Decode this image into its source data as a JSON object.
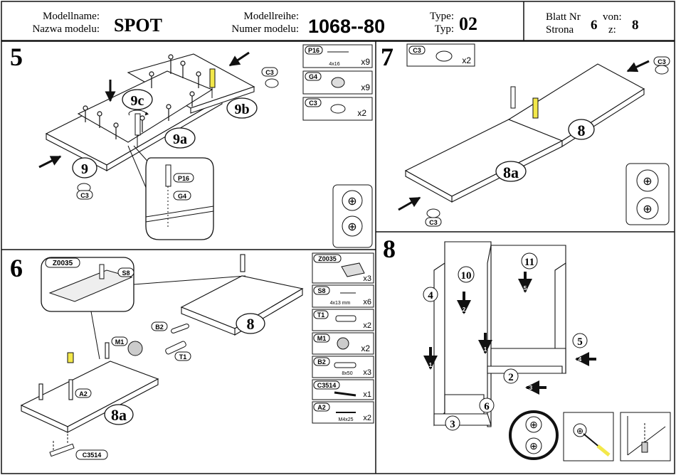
{
  "header": {
    "model_name_label_1": "Modellname:",
    "model_name_label_2": "Nazwa modelu:",
    "model_name_value": "SPOT",
    "series_label_1": "Modellreihe:",
    "series_label_2": "Numer modelu:",
    "series_value": "1068--80",
    "type_label_1": "Type:",
    "type_label_2": "Typ:",
    "type_value": "02",
    "sheet_label_1": "Blatt Nr",
    "sheet_label_2": "Strona",
    "sheet_value": "6",
    "of_label_1": "von:",
    "of_label_2": "z:",
    "of_value": "8"
  },
  "steps": {
    "s5": {
      "number": "5",
      "labels": [
        "9c",
        "9b",
        "9a",
        "9"
      ],
      "callouts": {
        "c3_top": "C3",
        "c3_bottom": "C3",
        "p16": "P16",
        "g4": "G4"
      },
      "parts": [
        {
          "code": "P16",
          "size": "4x16",
          "qty": "x9"
        },
        {
          "code": "G4",
          "size": "",
          "qty": "x9"
        },
        {
          "code": "C3",
          "size": "",
          "qty": "x2"
        }
      ]
    },
    "s6": {
      "number": "6",
      "labels": [
        "8",
        "8a"
      ],
      "callouts": {
        "z0035": "Z0035",
        "s8": "S8",
        "m1": "M1",
        "b2": "B2",
        "t1": "T1",
        "a2": "A2",
        "c3514": "C3514"
      },
      "parts": [
        {
          "code": "Z0035",
          "size": "",
          "qty": "x3"
        },
        {
          "code": "S8",
          "size": "4x13 mm",
          "qty": "x6"
        },
        {
          "code": "T1",
          "size": "",
          "qty": "x2"
        },
        {
          "code": "M1",
          "size": "",
          "qty": "x2"
        },
        {
          "code": "B2",
          "size": "8x50",
          "qty": "x3"
        },
        {
          "code": "C3514",
          "size": "",
          "qty": "x1"
        },
        {
          "code": "A2",
          "size": "M4x25",
          "qty": "x2"
        }
      ]
    },
    "s7": {
      "number": "7",
      "labels": [
        "8",
        "8a"
      ],
      "callouts": {
        "c3_right": "C3",
        "c3_bottom": "C3"
      },
      "parts": [
        {
          "code": "C3",
          "size": "",
          "qty": "x2"
        }
      ]
    },
    "s8": {
      "number": "8",
      "labels": [
        "10",
        "11",
        "4",
        "5",
        "2",
        "6",
        "3"
      ],
      "arrow_numbers": [
        "5",
        "2",
        "1",
        "1",
        "4",
        "3"
      ]
    }
  }
}
